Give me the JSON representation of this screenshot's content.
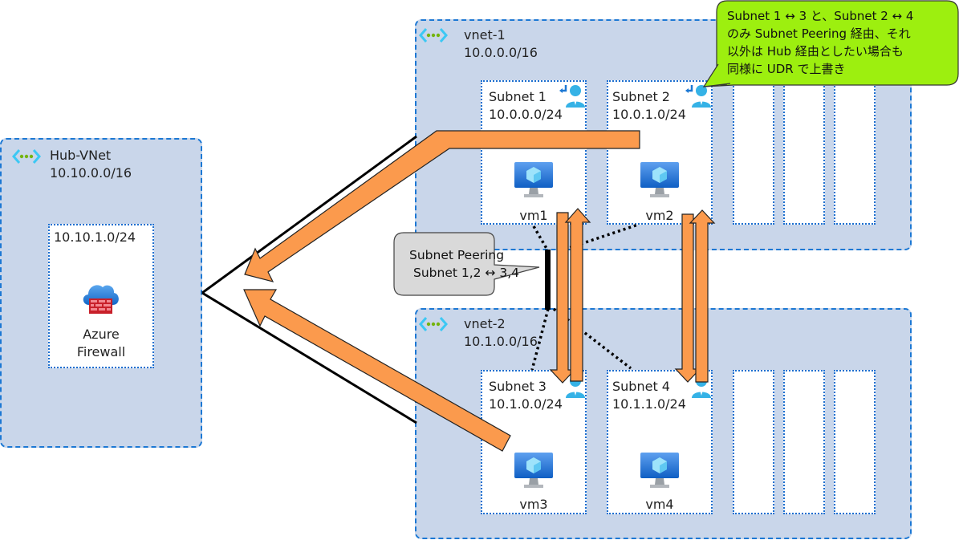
{
  "hub": {
    "name": "Hub-VNet",
    "cidr": "10.10.0.0/16",
    "subnet": {
      "cidr": "10.10.1.0/24",
      "resource": "Azure Firewall",
      "resource_line1": "Azure",
      "resource_line2": "Firewall",
      "icon": "azure-firewall-icon"
    }
  },
  "vnets": [
    {
      "name": "vnet-1",
      "cidr": "10.0.0.0/16",
      "subnets": [
        {
          "name": "Subnet 1",
          "cidr": "10.0.0.0/24",
          "vm": "vm1"
        },
        {
          "name": "Subnet 2",
          "cidr": "10.0.1.0/24",
          "vm": "vm2"
        }
      ],
      "empty_subnet_slots": 3
    },
    {
      "name": "vnet-2",
      "cidr": "10.1.0.0/16",
      "subnets": [
        {
          "name": "Subnet 3",
          "cidr": "10.1.0.0/24",
          "vm": "vm3"
        },
        {
          "name": "Subnet 4",
          "cidr": "10.1.1.0/24",
          "vm": "vm4"
        }
      ],
      "empty_subnet_slots": 3
    }
  ],
  "peering_callout": {
    "line1": "Subnet Peering",
    "line2": "Subnet 1,2 ↔ 3,4"
  },
  "udr_callout": {
    "line1": "Subnet 1 ↔ 3 と、Subnet 2 ↔ 4",
    "line2": "のみ Subnet Peering 経由、それ",
    "line3": "以外は Hub 経由としたい場合も",
    "line4": "同様に UDR で上書き"
  },
  "colors": {
    "vnet_fill": "#c9d6ea",
    "vnet_border": "#1c78d4",
    "arrow_fill": "#fb9a4d",
    "udr_callout_fill": "#9def0f",
    "peering_callout_fill": "#d9d9d9"
  }
}
